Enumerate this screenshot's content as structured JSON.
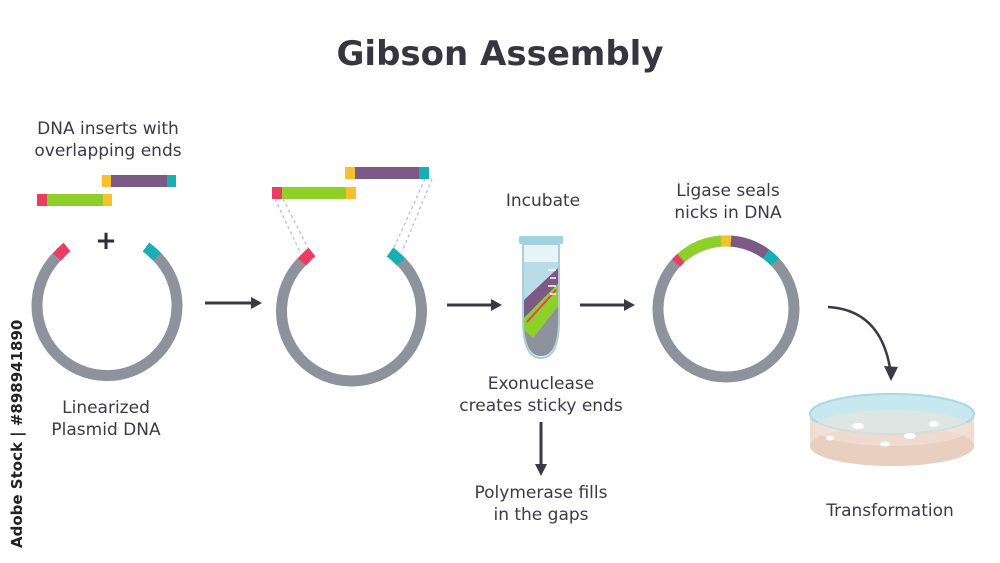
{
  "title": "Gibson Assembly",
  "labels": {
    "inserts": [
      "DNA inserts with",
      "overlapping ends"
    ],
    "plasmid": [
      "Linearized",
      "Plasmid DNA"
    ],
    "incubate": "Incubate",
    "exonuclease": [
      "Exonuclease",
      "creates sticky ends"
    ],
    "polymerase": [
      "Polymerase fills",
      "in the gaps"
    ],
    "ligase": [
      "Ligase seals",
      "nicks in DNA"
    ],
    "transformation": "Transformation",
    "plus": "+"
  },
  "watermark": "Adobe Stock | #898941890",
  "colors": {
    "plasmid": "#8d929c",
    "pink": "#e83e63",
    "teal": "#17aeb4",
    "green": "#8fcf2a",
    "yellow": "#f6c12c",
    "purple": "#7d5a86",
    "arrow": "#3a3a44",
    "tube_liquid": "#b8dde8",
    "dish_lid": "#c6e8ee",
    "dish_agar": "#f0ddd0"
  },
  "icons": [
    "right-arrow-icon",
    "down-arrow-icon",
    "curved-arrow-icon",
    "test-tube-icon",
    "petri-dish-icon"
  ]
}
